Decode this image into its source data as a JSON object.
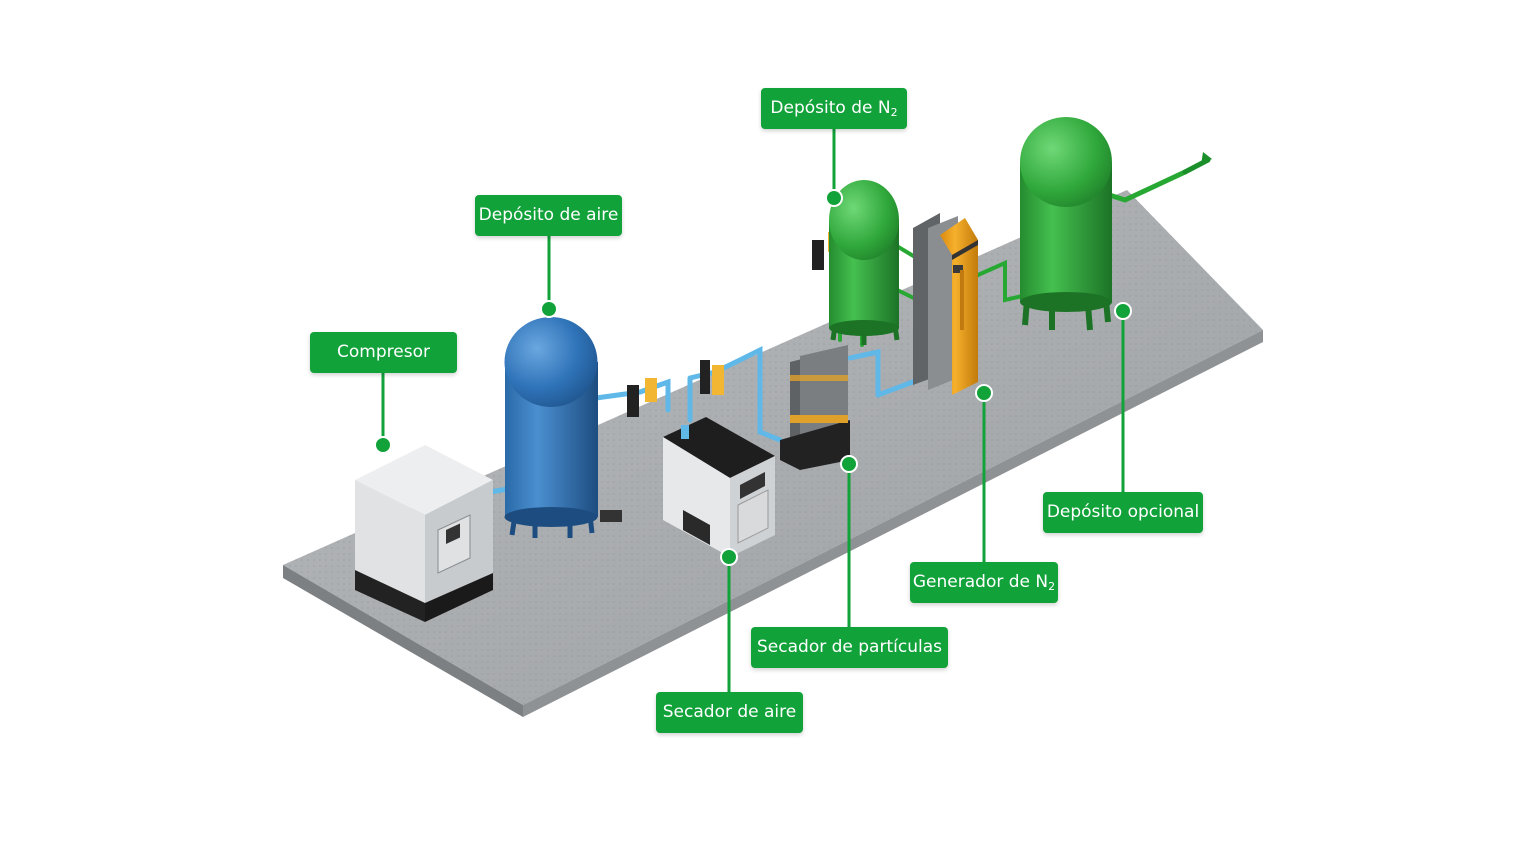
{
  "labels": {
    "compressor": "Compresor",
    "air_tank": "Depósito de aire",
    "n2_tank_main": "Depósito de N",
    "n2_tank_sub": "2",
    "optional_tank": "Depósito opcional",
    "n2_generator_main": "Generador de N",
    "n2_generator_sub": "2",
    "particle_dryer": "Secador de partículas",
    "air_dryer": "Secador de aire"
  },
  "colors": {
    "label_green": "#12a23a",
    "air_tank_blue": "#2f73b8",
    "n2_tank_green": "#2fa43a",
    "generator_orange": "#f0a020",
    "platform_gray": "#a9acae"
  }
}
